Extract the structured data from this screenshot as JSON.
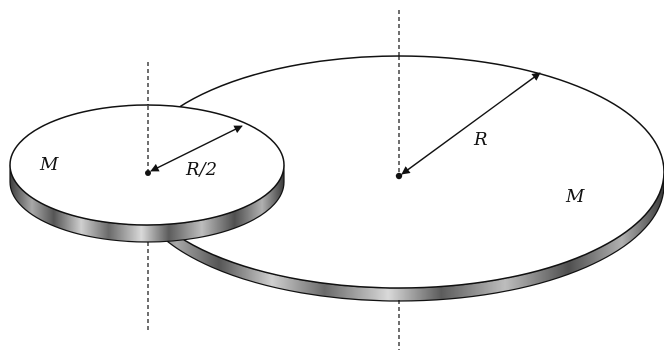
{
  "labels": {
    "small_mass": "M",
    "small_radius": "R/2",
    "large_radius": "R",
    "large_mass": "M"
  },
  "colors": {
    "line": "#111111",
    "rim_light": "#c8c8c8",
    "rim_dark": "#4a4a4a",
    "face": "#ffffff",
    "background": "#ffffff"
  }
}
